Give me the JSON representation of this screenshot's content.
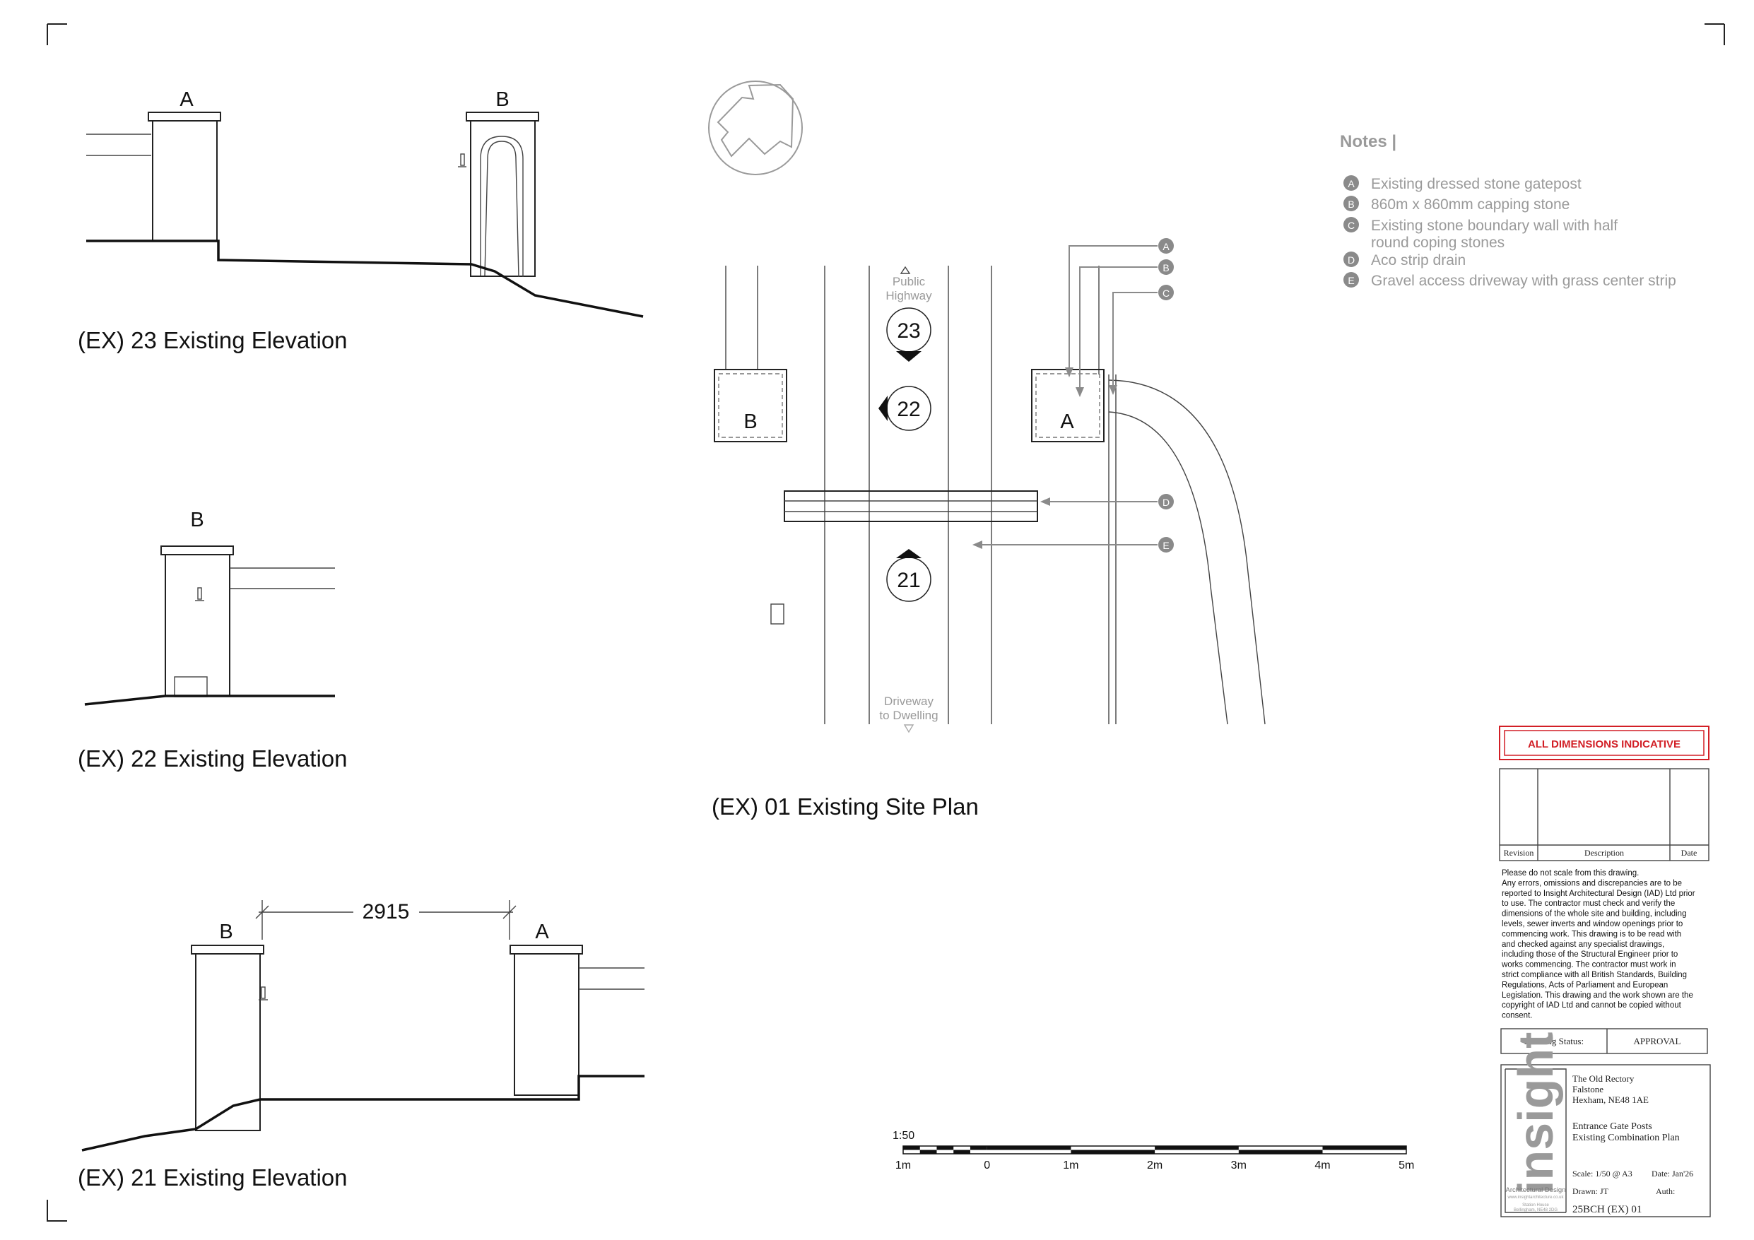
{
  "elevations": {
    "ex23": {
      "title": "(EX) 23 Existing Elevation",
      "label_a": "A",
      "label_b": "B"
    },
    "ex22": {
      "title": "(EX) 22 Existing Elevation",
      "label_b": "B"
    },
    "ex21": {
      "title": "(EX) 21 Existing Elevation",
      "label_a": "A",
      "label_b": "B",
      "dimension": "2915"
    }
  },
  "site_plan": {
    "title": "(EX) 01 Existing Site Plan",
    "top_label_1": "Public",
    "top_label_2": "Highway",
    "bottom_label_1": "Driveway",
    "bottom_label_2": "to Dwelling",
    "post_a": "A",
    "post_b": "B",
    "markers": [
      "23",
      "22",
      "21"
    ],
    "callouts": [
      "A",
      "B",
      "C",
      "D",
      "E"
    ]
  },
  "notes": {
    "heading": "Notes |",
    "items": [
      {
        "key": "A",
        "text": "Existing dressed stone gatepost"
      },
      {
        "key": "B",
        "text": "860m x 860mm capping stone"
      },
      {
        "key": "C",
        "text": "Existing stone boundary wall with half",
        "text2": "round coping stones"
      },
      {
        "key": "D",
        "text": "Aco strip drain"
      },
      {
        "key": "E",
        "text": "Gravel access driveway with grass center strip"
      }
    ]
  },
  "scale_bar": {
    "ratio": "1:50",
    "ticks": [
      "1m",
      "0",
      "1m",
      "2m",
      "3m",
      "4m",
      "5m"
    ]
  },
  "title_block": {
    "warning": "ALL DIMENSIONS INDICATIVE",
    "revision_headers": {
      "revision": "Revision",
      "description": "Description",
      "date": "Date"
    },
    "disclaimer_lines": [
      "Please do not scale from this drawing.",
      "Any errors, omissions and discrepancies are to be",
      "reported to Insight Architectural Design (IAD) Ltd prior",
      "to use. The contractor must check and verify the",
      "dimensions of the whole site and building, including",
      "levels, sewer inverts and window openings prior to",
      "commencing work. This drawing is to be read with",
      "and checked against any specialist drawings,",
      "including those of the Structural Engineer prior to",
      "works commencing. The contractor must work in",
      "strict compliance with all British Standards, Building",
      "Regulations, Acts of Parliament and European",
      "Legislation. This drawing and the work shown are the",
      "copyright of IAD Ltd and cannot be copied without",
      "consent."
    ],
    "status_label": "Drawing Status:",
    "status_value": "APPROVAL",
    "logo_word": "insight",
    "logo_sub": "Architectural Design",
    "logo_url": "www.insightarchitecture.co.uk",
    "logo_addr_1": "Station House",
    "logo_addr_2": "Bellingham, NE48 2DG",
    "address_lines": [
      "The Old Rectory",
      "Falstone",
      "Hexham, NE48 1AE"
    ],
    "drawing_title_1": "Entrance Gate Posts",
    "drawing_title_2": "Existing Combination Plan",
    "scale": "Scale:  1/50 @ A3",
    "date": "Date: Jan'26",
    "drawn": "Drawn:  JT",
    "auth": "Auth:",
    "drawing_number": "25BCH  (EX) 01"
  },
  "colors": {
    "warning_red": "#d21f26",
    "note_grey": "#9a9a9a"
  }
}
